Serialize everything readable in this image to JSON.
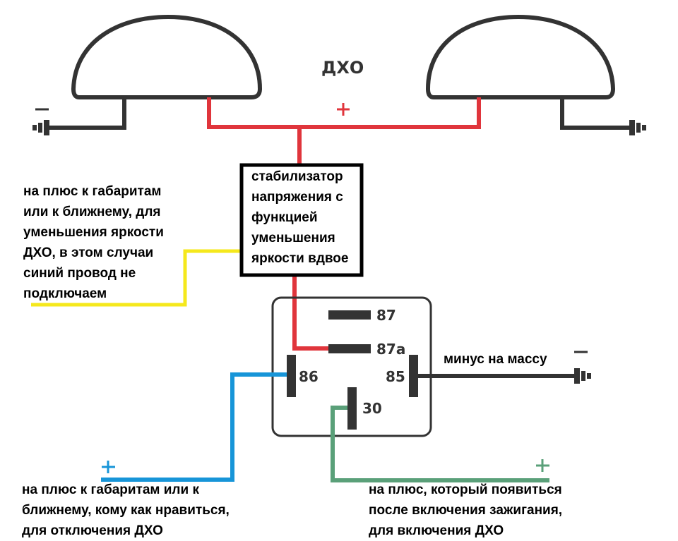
{
  "title": "ДХО",
  "colors": {
    "red_wire": "#e0353c",
    "yellow_wire": "#f5e81c",
    "blue_wire": "#1795d8",
    "green_wire": "#5aa079",
    "black_wire": "#333333"
  },
  "signs": {
    "plus": "+",
    "minus": "—"
  },
  "stabilizer": {
    "label": "стабилизатор\nнапряжения с\nфункцией\nуменьшения\nяркости вдвое"
  },
  "relay": {
    "pins": [
      "87",
      "87a",
      "86",
      "85",
      "30"
    ]
  },
  "notes": {
    "yellow": "на плюс к габаритам\nили к ближнему, для\nуменьшения яркости\nДХО, в этом случаи\nсиний провод не\nподключаем",
    "ground": "минус на массу",
    "blue": "на плюс к габаритам или к\nближнему, кому как нравиться,\nдля отключения ДХО",
    "green": "на плюс, который появиться\nпосле включения зажигания,\nдля включения ДХО"
  }
}
